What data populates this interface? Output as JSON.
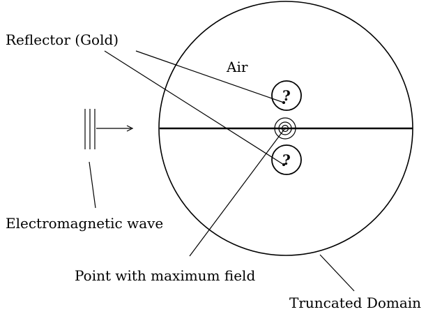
{
  "labels": {
    "reflector": "Reflector (Gold)",
    "air": "Air",
    "wave": "Electromagnetic wave",
    "point": "Point with maximum field",
    "domain": "Truncated Domain",
    "unknown_top": "?",
    "unknown_bottom": "?"
  },
  "icons": {
    "wave_source": "triple-vertical-lines-icon",
    "wave_direction": "right-arrow-icon",
    "max_field_point": "concentric-circles-icon"
  },
  "colors": {
    "ink": "#000000",
    "background": "#ffffff"
  }
}
